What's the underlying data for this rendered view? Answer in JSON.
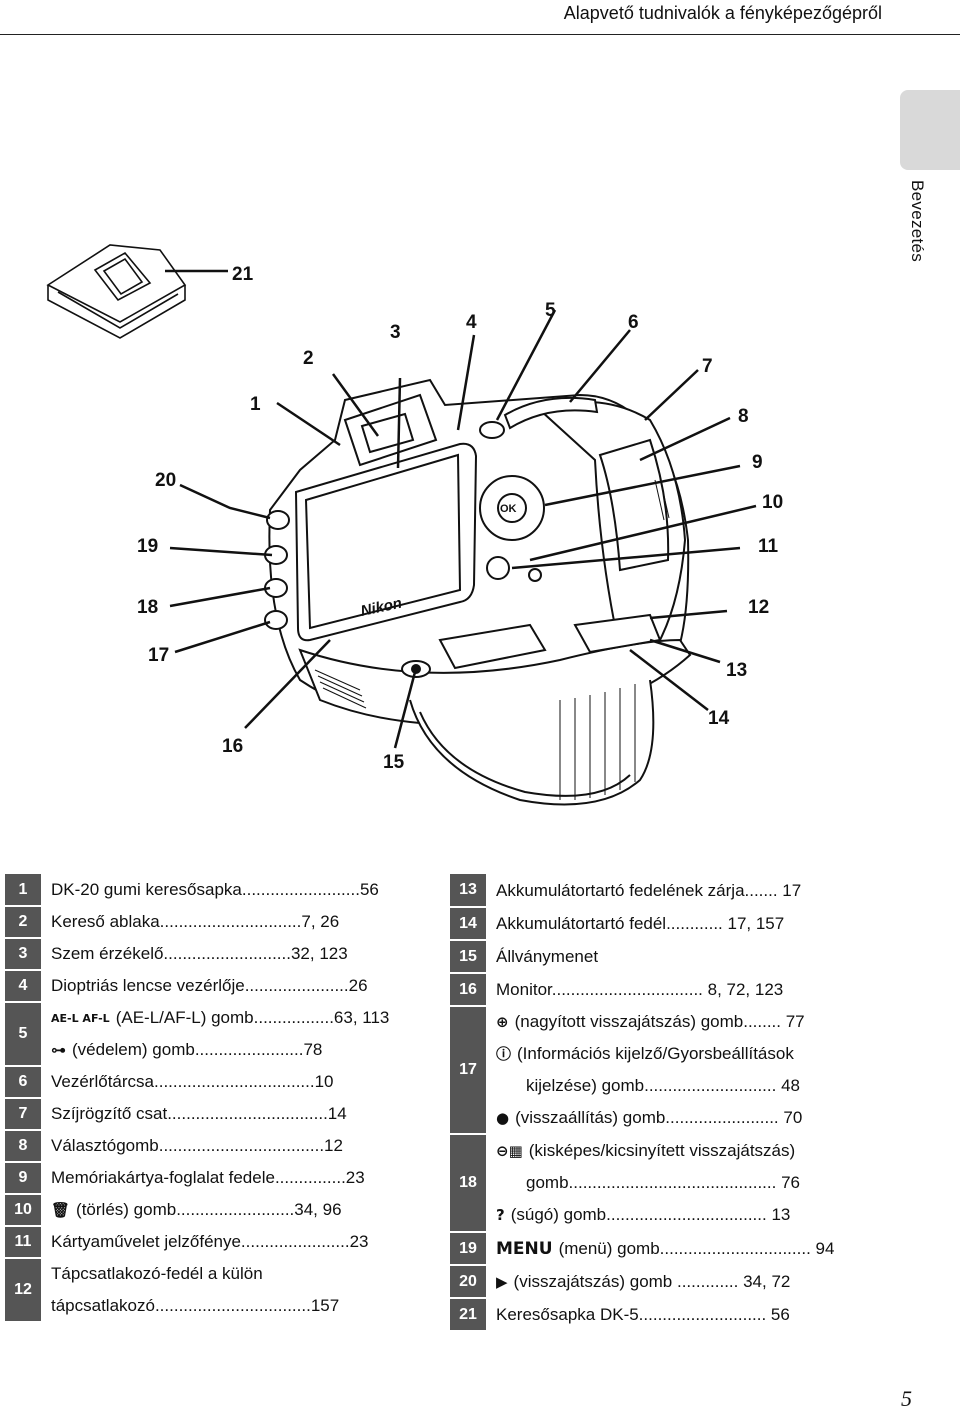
{
  "header": {
    "title": "Alapvető tudnivalók a fényképezőgépről"
  },
  "side_tab": {
    "label": "Bevezetés"
  },
  "callouts": [
    "1",
    "2",
    "3",
    "4",
    "5",
    "6",
    "7",
    "8",
    "9",
    "10",
    "11",
    "12",
    "13",
    "14",
    "15",
    "16",
    "17",
    "18",
    "19",
    "20",
    "21"
  ],
  "camera_text": {
    "brand": "Nikon",
    "ok": "OK"
  },
  "legend_left": [
    {
      "num": "1",
      "lines": [
        "DK-20 gumi keresősapka.........................56"
      ]
    },
    {
      "num": "2",
      "lines": [
        "Kereső ablaka..............................7, 26"
      ]
    },
    {
      "num": "3",
      "lines": [
        "Szem érzékelő...........................32, 123"
      ]
    },
    {
      "num": "4",
      "lines": [
        "Dioptriás lencse vezérlője......................26"
      ]
    },
    {
      "num": "5",
      "lines": [
        "(AE-L/AF-L) gomb.................63, 113",
        "(védelem) gomb.......................78"
      ],
      "icons": [
        "AE-L AF-L",
        "key-icon"
      ]
    },
    {
      "num": "6",
      "lines": [
        "Vezérlőtárcsa..................................10"
      ]
    },
    {
      "num": "7",
      "lines": [
        "Szíjrögzítő csat..................................14"
      ]
    },
    {
      "num": "8",
      "lines": [
        "Választógomb...................................12"
      ]
    },
    {
      "num": "9",
      "lines": [
        "Memóriakártya-foglalat fedele...............23"
      ]
    },
    {
      "num": "10",
      "lines": [
        "(törlés) gomb.........................34, 96"
      ],
      "icons": [
        "trash-icon"
      ]
    },
    {
      "num": "11",
      "lines": [
        "Kártyaművelet jelzőfénye.......................23"
      ]
    },
    {
      "num": "12",
      "lines": [
        "Tápcsatlakozó-fedél a külön",
        "tápcsatlakozó.................................157"
      ]
    }
  ],
  "legend_right": [
    {
      "num": "13",
      "lines": [
        "Akkumulátortartó fedelének zárja....... 17"
      ]
    },
    {
      "num": "14",
      "lines": [
        "Akkumulátortartó fedél............ 17, 157"
      ]
    },
    {
      "num": "15",
      "lines": [
        "Állványmenet"
      ]
    },
    {
      "num": "16",
      "lines": [
        "Monitor................................ 8, 72, 123"
      ]
    },
    {
      "num": "17",
      "lines": [
        "(nagyított visszajátszás) gomb........ 77",
        "(Információs kijelző/Gyorsbeállítások",
        "kijelzése) gomb............................ 48",
        "(visszaállítás) gomb........................ 70"
      ],
      "icons": [
        "zoom-in-icon",
        "info-icon",
        "",
        "dot-icon"
      ]
    },
    {
      "num": "18",
      "lines": [
        "(kisképes/kicsinyített visszajátszás)",
        "gomb............................................ 76",
        "(súgó) gomb.................................. 13"
      ],
      "icons": [
        "thumbnail-icon",
        "",
        "help-icon"
      ]
    },
    {
      "num": "19",
      "lines": [
        "(menü) gomb................................ 94"
      ],
      "icons": [
        "MENU"
      ]
    },
    {
      "num": "20",
      "lines": [
        "(visszajátszás) gomb ............. 34, 72"
      ],
      "icons": [
        "play-icon"
      ]
    },
    {
      "num": "21",
      "lines": [
        "Keresősapka DK-5........................... 56"
      ]
    }
  ],
  "page_number": "5"
}
